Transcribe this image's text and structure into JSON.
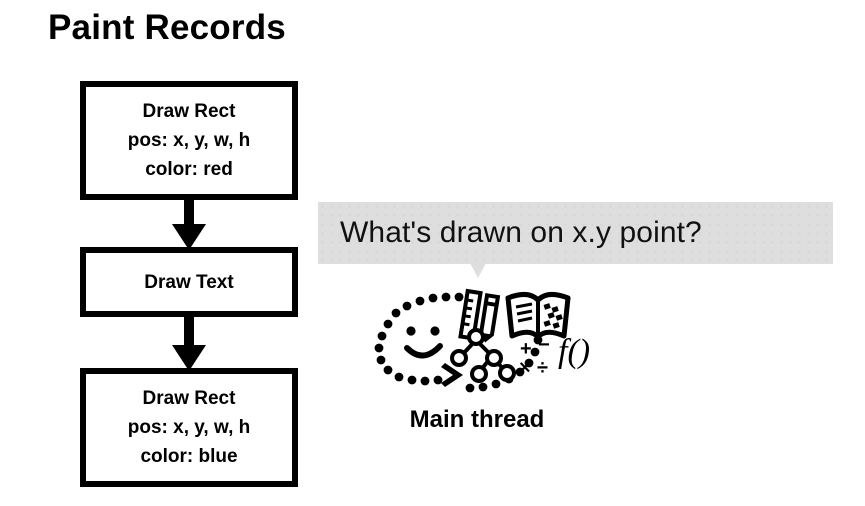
{
  "slide": {
    "title": "Paint Records",
    "background_color": "#ffffff",
    "text_color": "#000000"
  },
  "paint_records": {
    "boxes": [
      {
        "id": "draw-rect-red",
        "lines": [
          "Draw Rect",
          "pos: x, y, w, h",
          "color: red"
        ]
      },
      {
        "id": "draw-text",
        "lines": [
          "Draw Text"
        ]
      },
      {
        "id": "draw-rect-blue",
        "lines": [
          "Draw Rect",
          "pos: x, y, w, h",
          "color: blue"
        ]
      }
    ],
    "connectors": [
      {
        "id": "arrow-1",
        "icon": "down-arrow-icon"
      },
      {
        "id": "arrow-2",
        "icon": "down-arrow-icon"
      }
    ]
  },
  "speech_bubble": {
    "text": "What's drawn on x.y point?",
    "background_color": "#dedede",
    "tail": "down-triangle-icon"
  },
  "main_thread": {
    "label": "Main thread",
    "illustration": {
      "outline": "dotted-oval",
      "face": "smiley-face-icon",
      "direction_marker": "chevron-right-icon",
      "tools": [
        {
          "name": "ruler-icon"
        },
        {
          "name": "pencil-icon"
        },
        {
          "name": "open-book-icon"
        },
        {
          "name": "tree-graph-icon"
        },
        {
          "name": "math-symbols-icon",
          "symbols": [
            "+",
            "−",
            "×",
            "÷"
          ]
        },
        {
          "name": "function-notation-icon",
          "text": "f()"
        }
      ]
    }
  }
}
